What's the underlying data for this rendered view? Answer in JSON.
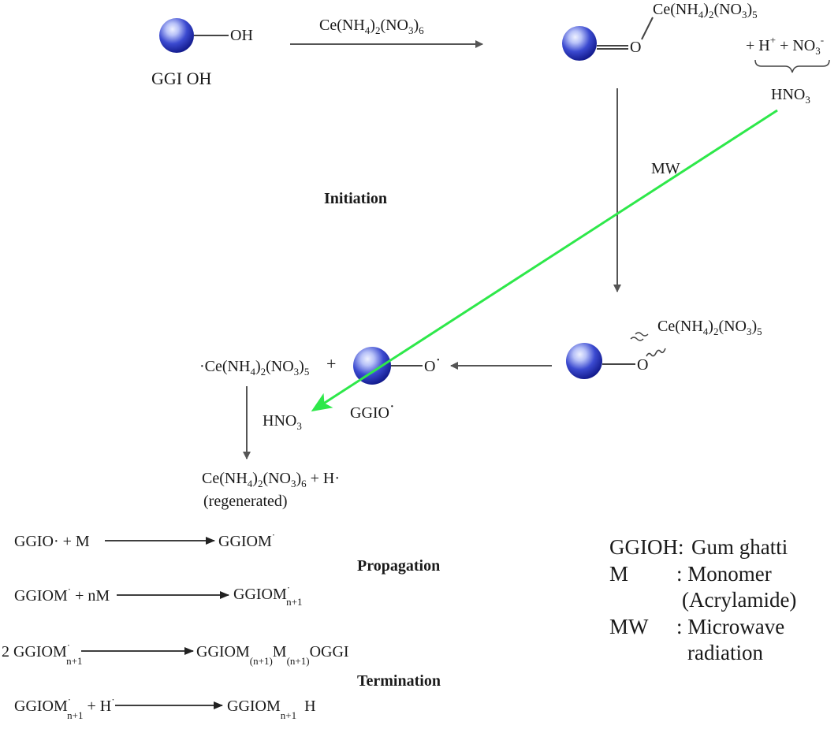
{
  "colors": {
    "bead_dark": "#1a24a8",
    "bead_light": "#e8ecff",
    "arrow": "#555555",
    "green_arrow": "#2ee84a"
  },
  "top": {
    "ggioh_group": "OH",
    "ggioh_label": "GGI OH",
    "reagent": {
      "a": "Ce(NH",
      "b": "4",
      "c": ")",
      "d": "2",
      "e": "(NO",
      "f": "3",
      "g": ")",
      "h": "6"
    },
    "o_atom": "O",
    "complex": {
      "a": "Ce(NH",
      "b": "4",
      "c": ")",
      "d": "2",
      "e": "(NO",
      "f": "3",
      "g": ")",
      "h": "5"
    },
    "byproduct": {
      "a": "+ H",
      "b": "+",
      "c": " + NO",
      "d": "3",
      "e": "-"
    },
    "hno3": {
      "a": "HNO",
      "b": "3"
    }
  },
  "mw_label": "MW",
  "initiation": "Initiation",
  "middle": {
    "o_atom": "O",
    "complex": {
      "a": "Ce(NH",
      "b": "4",
      "c": ")",
      "d": "2",
      "e": "(NO",
      "f": "3",
      "g": ")",
      "h": "5"
    },
    "radical": "O",
    "radical_dot": "·",
    "ggio_label": "GGIO",
    "ggio_dot": "·",
    "ce_radical": {
      "a": "·Ce(NH",
      "b": "4",
      "c": ")",
      "d": "2",
      "e": "(NO",
      "f": "3",
      "g": ")",
      "h": "5"
    },
    "plus": "+",
    "hno3": {
      "a": "HNO",
      "b": "3"
    },
    "regen": {
      "a": "Ce(NH",
      "b": "4",
      "c": ")",
      "d": "2",
      "e": "(NO",
      "f": "3",
      "g": ")",
      "h": "6",
      "i": " + H·"
    },
    "regenerated": "(regenerated)"
  },
  "propagation": {
    "heading": "Propagation",
    "r1_left": "GGIO· +  M",
    "r1_right": "GGIOM",
    "r1_star": "·",
    "r2_left_a": "GGIOM",
    "r2_left_star": "·",
    "r2_left_b": " + nM",
    "r2_right": "GGIOM",
    "r2_right_star": "·",
    "r2_right_sub": "n+1"
  },
  "termination": {
    "heading": "Termination",
    "r1_left": "2 GGIOM",
    "r1_left_star": "·",
    "r1_left_sub": "n+1",
    "r1_right_a": "GGIOM",
    "r1_right_sub1": "(n+1)",
    "r1_right_b": "M",
    "r1_right_sub2": "(n+1)",
    "r1_right_c": "OGGI",
    "r2_left_a": "GGIOM",
    "r2_left_star": "·",
    "r2_left_sub": "n+1",
    "r2_left_b": " + H",
    "r2_left_star2": "·",
    "r2_right_a": "GGIOM",
    "r2_right_sub": "n+1",
    "r2_right_b": "H"
  },
  "legend": {
    "ggioh_key": "GGIOH:",
    "ggioh_val": "Gum ghatti",
    "m_key": "M",
    "m_val": ": Monomer",
    "m_val2": "(Acrylamide)",
    "mw_key": "MW",
    "mw_val": ": Microwave",
    "mw_val2": "radiation"
  }
}
